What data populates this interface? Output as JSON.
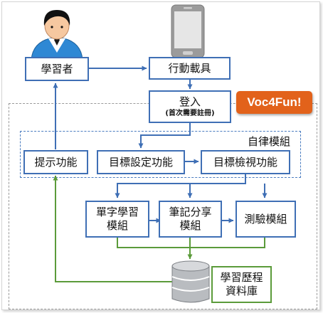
{
  "title_tag": "Voc4Fun!",
  "module_group_label": "自律模組",
  "nodes": {
    "learner": "學習者",
    "mobile": "行動載具",
    "login": "登入",
    "login_note": "(首次需要註冊)",
    "hint": "提示功能",
    "goal_setting": "目標設定功能",
    "goal_review": "目標檢視功能",
    "vocab_line1": "單字學習",
    "vocab_line2": "模組",
    "notes_line1": "筆記分享",
    "notes_line2": "模組",
    "quiz": "測驗模組",
    "db_line1": "學習歷程",
    "db_line2": "資料庫"
  },
  "colors": {
    "flow_arrow": "#3f6fb5",
    "db_link": "#5b9b3a",
    "brand": "#e2621b"
  },
  "icons": [
    "person-icon",
    "smartphone-icon",
    "database-icon"
  ]
}
